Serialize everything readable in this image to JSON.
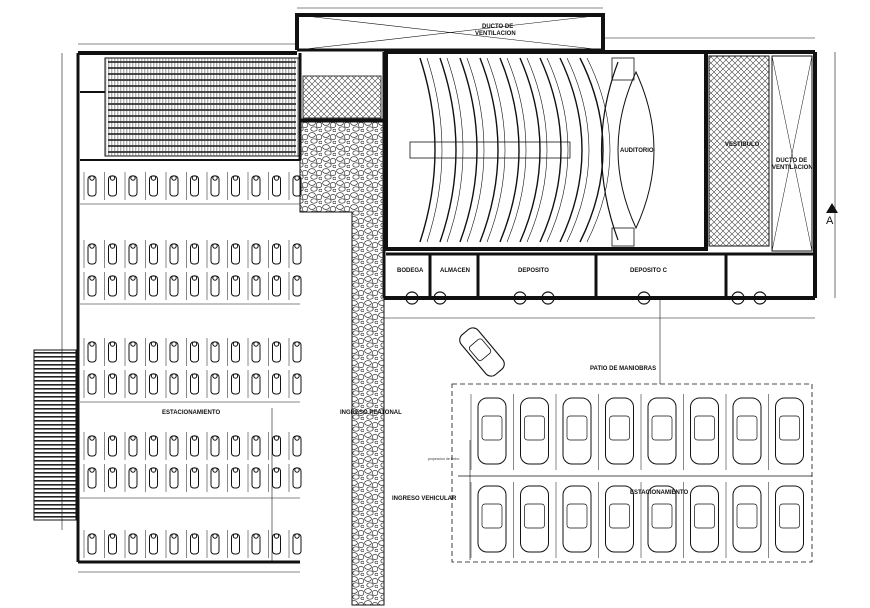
{
  "drawing": {
    "section_mark": "A",
    "labels": {
      "ducto_top": "DUCTO DE",
      "ducto_top2": "VENTILACION",
      "auditorio": "AUDITORIO",
      "vestibulo": "VESTIBULO",
      "ducto_right": "DUCTO DE",
      "ducto_right2": "VENTILACION",
      "bodega": "BODEGA",
      "almacen": "ALMACEN",
      "deposito_1": "DEPOSITO",
      "deposito_2": "DEPOSITO C",
      "patio": "PATIO DE MANIOBRAS",
      "estacionamiento_moto": "ESTACIONAMIENTO",
      "ingreso_peatonal": "INGRESO PEATONAL",
      "ingreso_vehicular": "INGRESO VEHICULAR",
      "proyeccion": "proyeccion de techo",
      "estacionamiento_auto": "ESTACIONAMIENTO"
    }
  },
  "colors": {
    "line": "#111111",
    "hatch": "#555555",
    "paper": "#ffffff"
  }
}
